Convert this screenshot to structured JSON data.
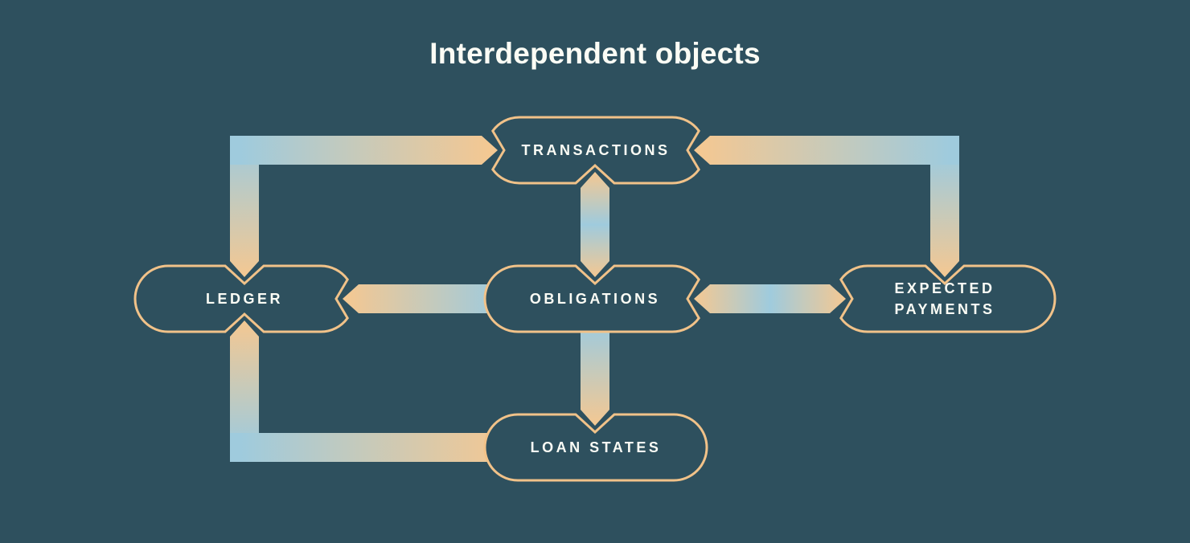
{
  "title": "Interdependent objects",
  "colors": {
    "background": "#2E505E",
    "peach": "#F4C892",
    "blue": "#9FCBDD",
    "border": "#F1C289",
    "text": "#FBFCF5"
  },
  "nodes": [
    {
      "id": "transactions",
      "lines": [
        "TRANSACTIONS"
      ]
    },
    {
      "id": "ledger",
      "lines": [
        "LEDGER"
      ]
    },
    {
      "id": "obligations",
      "lines": [
        "OBLIGATIONS"
      ]
    },
    {
      "id": "expected_payments",
      "lines": [
        "EXPECTED",
        "PAYMENTS"
      ]
    },
    {
      "id": "loan_states",
      "lines": [
        "LOAN STATES"
      ]
    }
  ],
  "connections": [
    {
      "from": "ledger",
      "to": "transactions",
      "arrows": "both"
    },
    {
      "from": "transactions",
      "to": "obligations",
      "arrows": "both"
    },
    {
      "from": "transactions",
      "to": "expected_payments",
      "arrows": "both"
    },
    {
      "from": "obligations",
      "to": "ledger",
      "arrows": "to"
    },
    {
      "from": "obligations",
      "to": "expected_payments",
      "arrows": "both"
    },
    {
      "from": "obligations",
      "to": "loan_states",
      "arrows": "to"
    },
    {
      "from": "loan_states",
      "to": "ledger",
      "arrows": "to"
    }
  ]
}
